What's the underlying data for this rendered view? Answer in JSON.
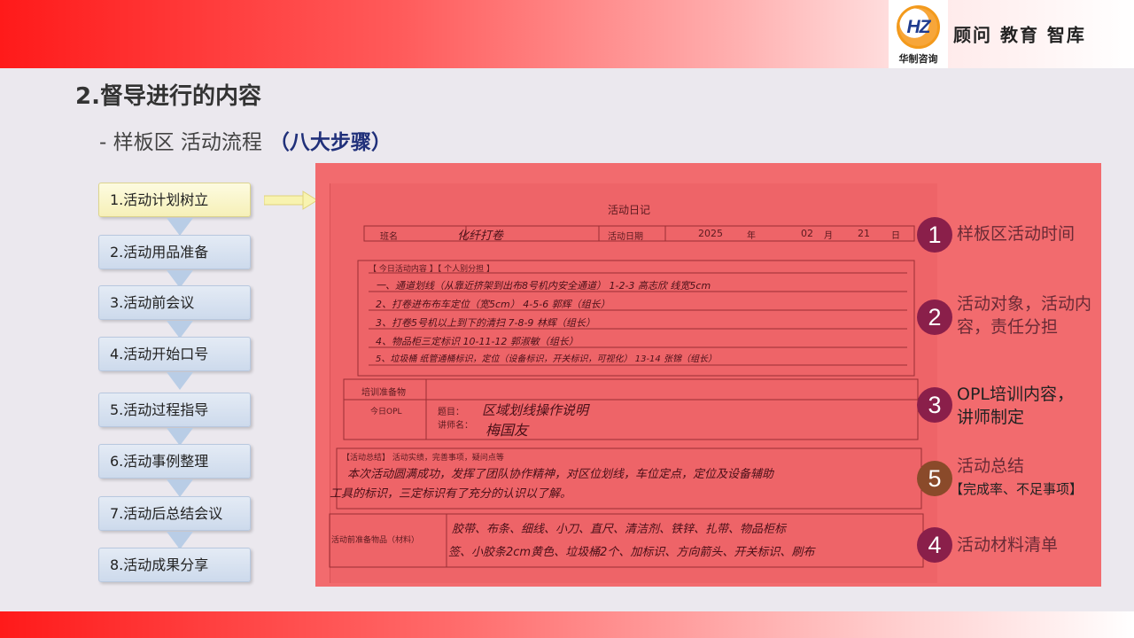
{
  "header": {
    "logo_mark": "HZ",
    "logo_text": "华制咨询",
    "slogan": "顾问  教育  智库"
  },
  "title": "2.督导进行的内容",
  "subtitle": {
    "prefix": "- 样板区 活动流程",
    "accent": "（八大步骤）"
  },
  "steps": [
    {
      "label": "1.活动计划树立"
    },
    {
      "label": "2.活动用品准备"
    },
    {
      "label": "3.活动前会议"
    },
    {
      "label": "4.活动开始口号"
    },
    {
      "label": "5.活动过程指导"
    },
    {
      "label": "6.活动事例整理"
    },
    {
      "label": "7.活动后总结会议"
    },
    {
      "label": "8.活动成果分享"
    }
  ],
  "form": {
    "title": "活动日记",
    "team_label": "班名",
    "team_value": "化纤打卷",
    "date_label": "活动日期",
    "date_year": "2025",
    "date_year_unit": "年",
    "date_month": "02",
    "date_month_unit": "月",
    "date_day": "21",
    "date_day_unit": "日",
    "today_header": "【 今日活动内容 】【 个人别分担 】",
    "content_lines": [
      "一、通道划线（从靠近挤架到出布8号机内安全通道） 1-2-3 高志欣 线宽5cm",
      "2、打卷进布布车定位（宽5cm）  4-5-6 郭辉（组长）",
      "3、打卷5号机以上到下的清扫  7-8-9 林辉（组长）",
      "4、物品柜三定标识  10-11-12 郭淑敏（组长）",
      "5、垃圾桶 纸管通桶标识，定位（设备标识，开关标识，可视化）  13-14 张锦（组长）"
    ],
    "training_label": "培训准备物",
    "opl_label": "今日OPL",
    "opl_topic_label": "题目：",
    "opl_topic": "区域划线操作说明",
    "opl_lecturer_label": "讲师名：",
    "opl_lecturer": "梅国友",
    "summary_label": "【活动总结】 活动实绩，完善事项，疑问点等",
    "summary_line1": "本次活动圆满成功，发挥了团队协作精神，对区位划线，车位定点，定位及设备辅助",
    "summary_line2": "工具的标识，三定标识有了充分的认识以了解。",
    "materials_label": "活动前准备物品（材料）",
    "materials_line1": "胶带、布条、细线、小刀、直尺、清洁剂、铁锌、扎带、物品柜标",
    "materials_line2": "签、小胶条2cm黄色、垃圾桶2个、加标识、方向箭头、开关标识、刷布"
  },
  "annotations": [
    {
      "num": "1",
      "text": "样板区活动时间"
    },
    {
      "num": "2",
      "text_line1": "活动对象，活动内",
      "text_line2": "容，责任分担"
    },
    {
      "num": "3",
      "text_line1": "OPL培训内容，",
      "text_line2": "讲师制定"
    },
    {
      "num": "5",
      "text_line1": "活动总结",
      "text_line2": "【完成率、不足事项】"
    },
    {
      "num": "4",
      "text": "活动材料清单"
    }
  ],
  "colors": {
    "top_band": "#ff1a1a",
    "panel": "#f26b6e",
    "step_box": "#cddaec",
    "step_active": "#f6f0b8",
    "accent_text": "#20307a",
    "marker": "#8a1f4a"
  }
}
